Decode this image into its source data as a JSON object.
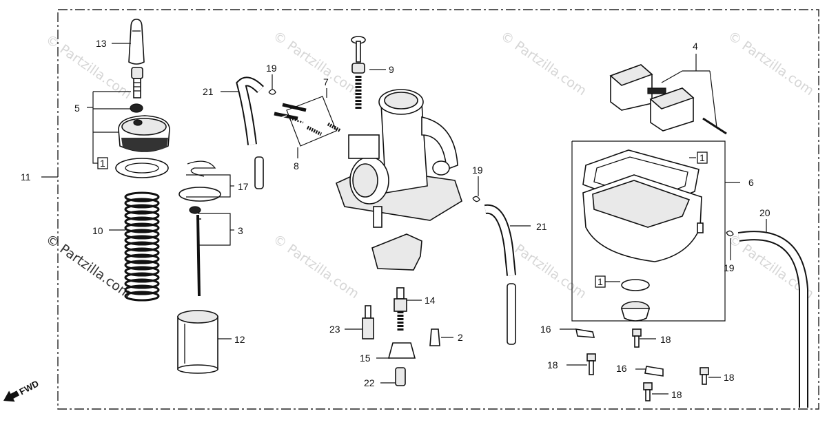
{
  "watermark": "© Partzilla.com",
  "fwd_label": "FWD",
  "callouts": {
    "c13": "13",
    "c5": "5",
    "c1a": "1",
    "c11": "11",
    "c10": "10",
    "c17": "17",
    "c3": "3",
    "c12": "12",
    "c21a": "21",
    "c19a": "19",
    "c7": "7",
    "c8": "8",
    "c9": "9",
    "c19b": "19",
    "c21b": "21",
    "c14": "14",
    "c23": "23",
    "c2": "2",
    "c15": "15",
    "c22": "22",
    "c4": "4",
    "c1b": "1",
    "c6": "6",
    "c1c": "1",
    "c20": "20",
    "c19c": "19",
    "c16a": "16",
    "c18a": "18",
    "c18b": "18",
    "c16b": "16",
    "c18c": "18",
    "c18d": "18"
  }
}
